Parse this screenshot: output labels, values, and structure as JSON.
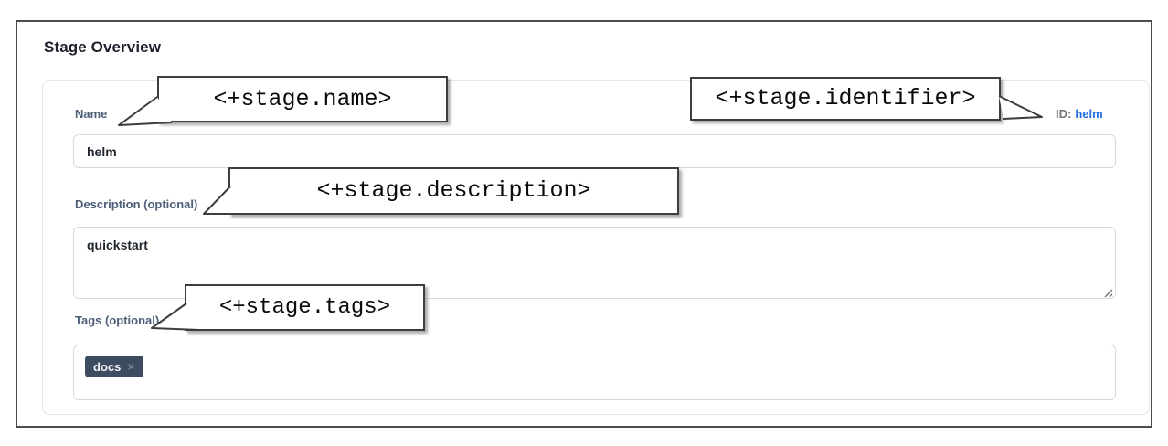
{
  "title": "Stage Overview",
  "fields": {
    "name": {
      "label": "Name",
      "value": "helm"
    },
    "id": {
      "label": "ID:",
      "value": "helm"
    },
    "description": {
      "label": "Description (optional)",
      "value": "quickstart"
    },
    "tags": {
      "label": "Tags (optional)"
    }
  },
  "tags": [
    {
      "label": "docs",
      "remove_icon": "×"
    }
  ],
  "callouts": {
    "name": {
      "text": "<+stage.name>"
    },
    "identifier": {
      "text": "<+stage.identifier>"
    },
    "description": {
      "text": "<+stage.description>"
    },
    "tags": {
      "text": "<+stage.tags>"
    }
  },
  "colors": {
    "label_slate": "#4d5e78",
    "id_link_blue": "#1f6fe0",
    "tag_pill_bg": "#3d4c60",
    "callout_border": "#3d3d3d",
    "input_border": "#d8dae0",
    "frame_border": "#494b4e"
  }
}
